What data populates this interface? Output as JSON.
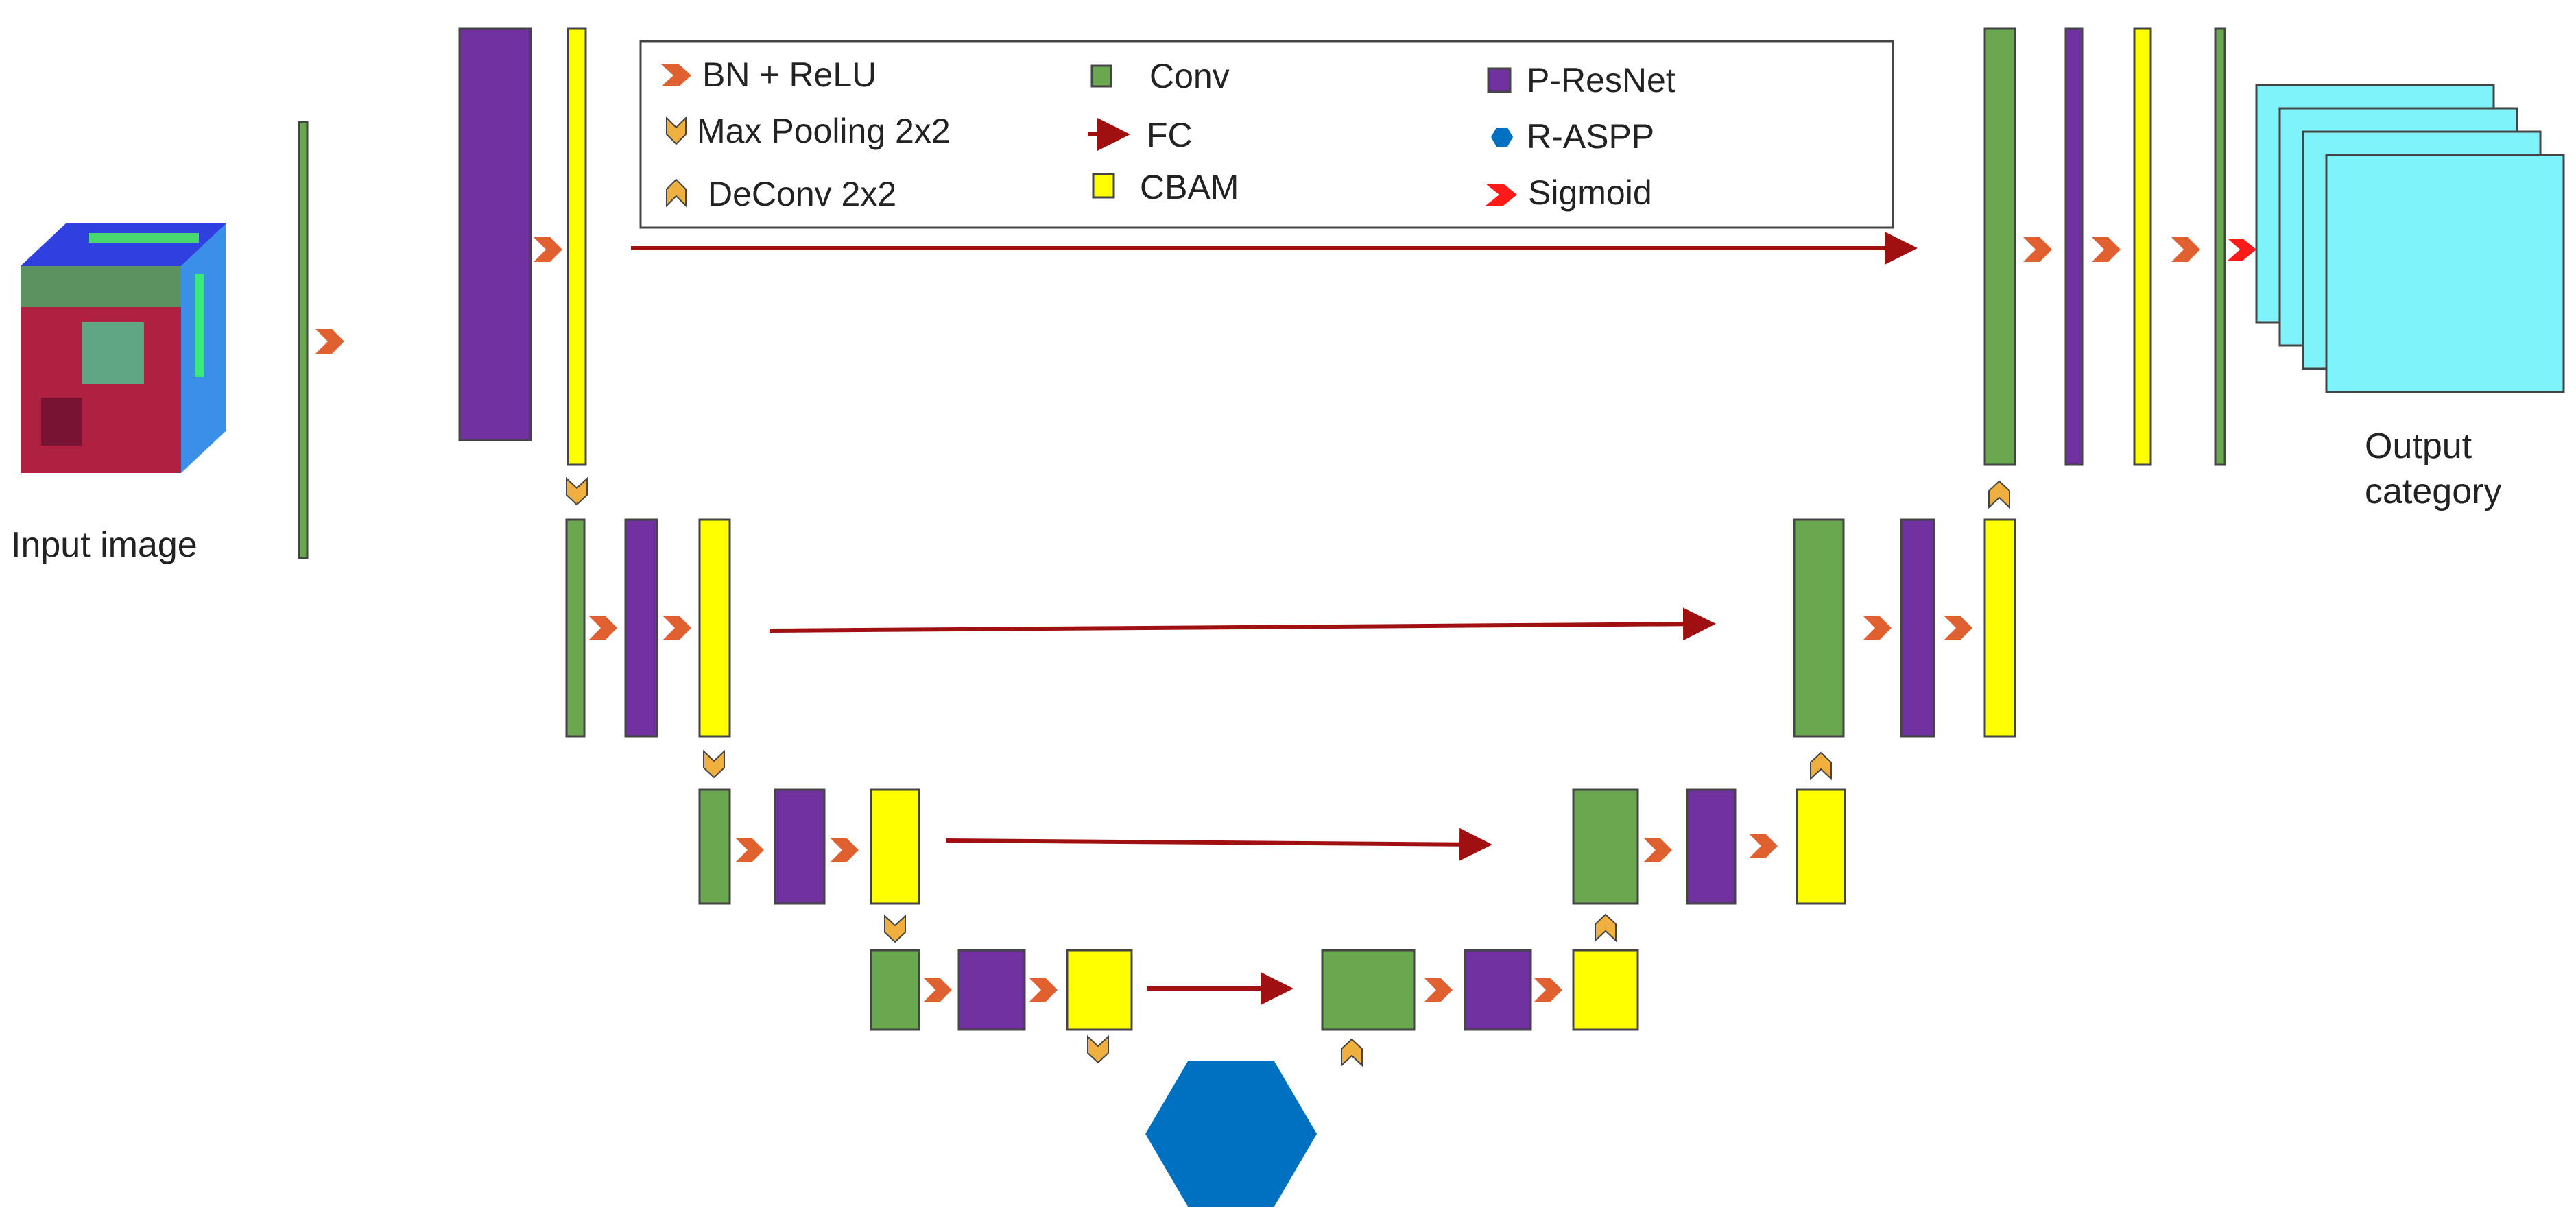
{
  "colors": {
    "conv": "#6aa84f",
    "presnet": "#7030a0",
    "cbam": "#ffff00",
    "raspp": "#0070c0",
    "bn_relu": "#e06030",
    "pool": "#f0b040",
    "fc": "#a01010",
    "sigmoid": "#ff1a1a",
    "output": "#7ff3fb",
    "stroke": "#444444"
  },
  "legend": {
    "bn_relu": "BN + ReLU",
    "max_pool": "Max Pooling 2x2",
    "deconv": "DeConv 2x2",
    "conv": "Conv",
    "fc": "FC",
    "cbam": "CBAM",
    "presnet": "P-ResNet",
    "raspp": "R-ASPP",
    "sigmoid": "Sigmoid"
  },
  "labels": {
    "input": "Input image",
    "output_line1": "Output",
    "output_line2": "category"
  },
  "icons": [
    "bn-relu-icon",
    "max-pool-icon",
    "deconv-icon",
    "conv-icon",
    "fc-arrow-icon",
    "cbam-icon",
    "presnet-icon",
    "raspp-icon",
    "sigmoid-icon"
  ]
}
